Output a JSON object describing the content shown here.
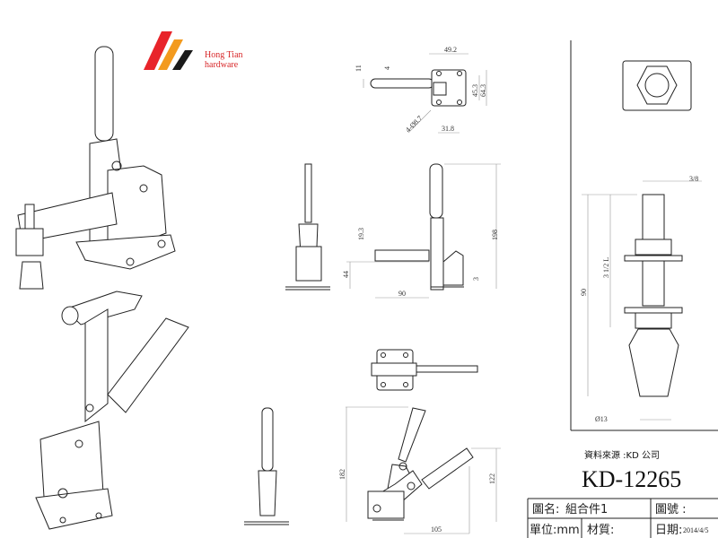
{
  "logo": {
    "line1": "Hong Tian",
    "line2": "hardware",
    "colors": [
      "#e8242a",
      "#f39a1e",
      "#1a1a1a"
    ]
  },
  "top_view_dims": {
    "w1": "49.2",
    "h1": "11",
    "h2": "4",
    "h3": "45.3",
    "h4": "64.3",
    "hole": "4-Ø8.7",
    "w2": "31.8"
  },
  "side_view_dims": {
    "a": "19.3",
    "b": "198",
    "c": "44",
    "d": "3",
    "e": "90"
  },
  "open_view_dims": {
    "a": "182",
    "b": "122",
    "c": "105"
  },
  "spindle_dims": {
    "a": "3/8",
    "b": "90",
    "c": "3 1/2 L",
    "d": "Ø13"
  },
  "title_block": {
    "source": "資料來源 :KD 公司",
    "part_number": "KD-12265",
    "drawing_name_label": "圖名:",
    "drawing_name": "組合件1",
    "drawing_no_label": "圖號 :",
    "unit": "單位:mm",
    "material_label": "材質:",
    "date_label": "日期:",
    "date": "2014/4/5"
  }
}
